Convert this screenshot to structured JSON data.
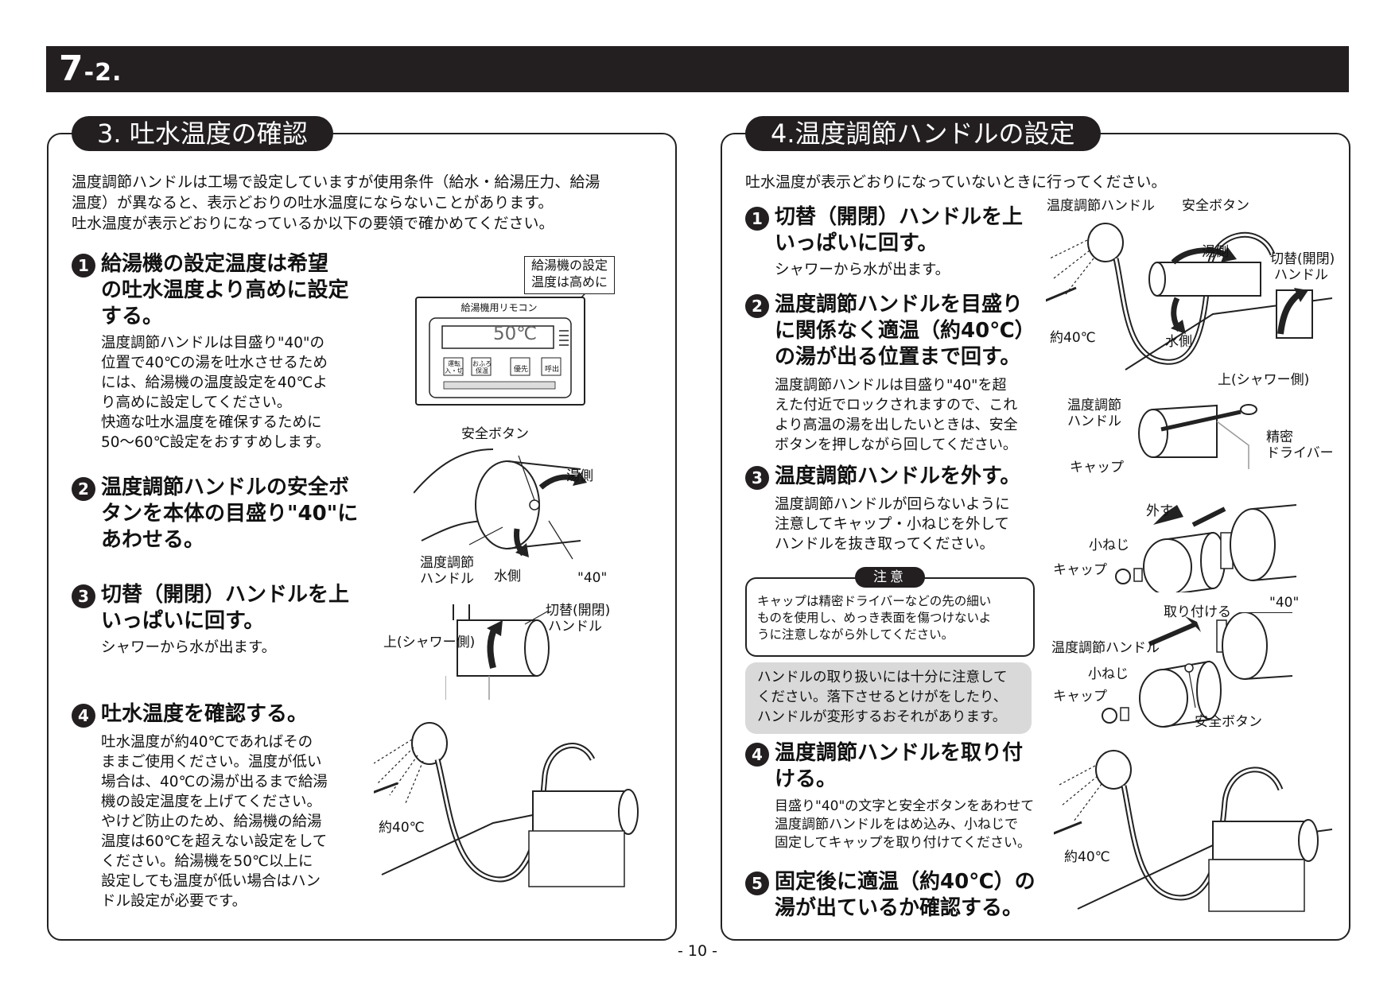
{
  "header": {
    "section_number": "7",
    "section_suffix": "-2."
  },
  "left": {
    "title": "3. 吐水温度の確認",
    "intro": [
      "温度調節ハンドルは工場で設定していますが使用条件（給水・給湯圧力、給湯",
      "温度）が異なると、表示どおりの吐水温度にならないことがあります。",
      "吐水温度が表示どおりになっているか以下の要領で確かめてください。"
    ],
    "steps": [
      {
        "num": "1",
        "heading": [
          "給湯機の設定温度は希望",
          "の吐水温度より高めに設定",
          "する。"
        ],
        "body": [
          "温度調節ハンドルは目盛り\"40\"の",
          "位置で40℃の湯を吐水させるため",
          "には、給湯機の温度設定を40℃よ",
          "り高めに設定してください。",
          "快適な吐水温度を確保するために",
          "50〜60℃設定をおすすめします。"
        ]
      },
      {
        "num": "2",
        "heading": [
          "温度調節ハンドルの安全ボ",
          "タンを本体の目盛り\"40\"に",
          "あわせる。"
        ],
        "body": []
      },
      {
        "num": "3",
        "heading": [
          "切替（開閉）ハンドルを上",
          "いっぱいに回す。"
        ],
        "body": [
          "シャワーから水が出ます。"
        ]
      },
      {
        "num": "4",
        "heading": [
          "吐水温度を確認する。"
        ],
        "body": [
          "吐水温度が約40℃であればその",
          "ままご使用ください。温度が低い",
          "場合は、40℃の湯が出るまで給湯",
          "機の設定温度を上げてください。",
          "やけど防止のため、給湯機の給湯",
          "温度は60℃を超えない設定をして",
          "ください。給湯機を50℃以上に",
          "設定しても温度が低い場合はハン",
          "ドル設定が必要です。"
        ]
      }
    ],
    "figures": {
      "callout": [
        "給湯機の設定",
        "温度は高めに"
      ],
      "remote_title": "給湯機用リモコン",
      "remote_display": "50℃",
      "remote_buttons": [
        "運転入・切",
        "おふろ保温",
        "優先",
        "呼出"
      ],
      "label_safety_button": "安全ボタン",
      "label_hot_side": "湯側",
      "label_temp_handle": [
        "温度調節",
        "ハンドル"
      ],
      "label_cold_side": "水側",
      "label_40": "\"40\"",
      "label_switch_handle": [
        "切替(開閉)",
        "ハンドル"
      ],
      "label_up_shower": "上(シャワー側)",
      "label_approx_40c": "約40℃"
    }
  },
  "right": {
    "title": "4.温度調節ハンドルの設定",
    "intro": "吐水温度が表示どおりになっていないときに行ってください。",
    "steps": [
      {
        "num": "1",
        "heading": [
          "切替（開閉）ハンドルを上",
          "いっぱいに回す。"
        ],
        "body": [
          "シャワーから水が出ます。"
        ]
      },
      {
        "num": "2",
        "heading": [
          "温度調節ハンドルを目盛り",
          "に関係なく適温（約40℃）",
          "の湯が出る位置まで回す。"
        ],
        "body": [
          "温度調節ハンドルは目盛り\"40\"を超",
          "えた付近でロックされますので、これ",
          "より高温の湯を出したいときは、安全",
          "ボタンを押しながら回してください。"
        ]
      },
      {
        "num": "3",
        "heading": [
          "温度調節ハンドルを外す。"
        ],
        "body": [
          "温度調節ハンドルが回らないように",
          "注意してキャップ・小ねじを外して",
          "ハンドルを抜き取ってください。"
        ]
      },
      {
        "num": "4",
        "heading": [
          "温度調節ハンドルを取り付",
          "ける。"
        ],
        "body": [
          "目盛り\"40\"の文字と安全ボタンをあわせて",
          "温度調節ハンドルをはめ込み、小ねじで",
          "固定してキャップを取り付けてください。"
        ]
      },
      {
        "num": "5",
        "heading": [
          "固定後に適温（約40℃）の",
          "湯が出ているか確認する。"
        ],
        "body": []
      }
    ],
    "caution": {
      "badge": "注意",
      "text": [
        "キャップは精密ドライバーなどの先の細い",
        "ものを使用し、めっき表面を傷つけないよ",
        "うに注意しながら外してください。"
      ]
    },
    "warning": [
      "ハンドルの取り扱いには十分に注意して",
      "ください。落下させるとけがをしたり、",
      "ハンドルが変形するおそれがあります。"
    ],
    "figures": {
      "label_temp_handle": "温度調節ハンドル",
      "label_safety_button": "安全ボタン",
      "label_hot_side": "湯側",
      "label_switch_handle": [
        "切替(開閉)",
        "ハンドル"
      ],
      "label_approx_40c": "約40℃",
      "label_cold_side": "水側",
      "label_up_shower": "上(シャワー側)",
      "label_temp_handle_2l": [
        "温度調節",
        "ハンドル"
      ],
      "label_precision_driver": [
        "精密",
        "ドライバー"
      ],
      "label_cap": "キャップ",
      "label_remove": "外す",
      "label_small_screw": "小ねじ",
      "label_attach": "取り付ける",
      "label_40": "\"40\""
    }
  },
  "footer": {
    "page_number": "- 10 -"
  }
}
